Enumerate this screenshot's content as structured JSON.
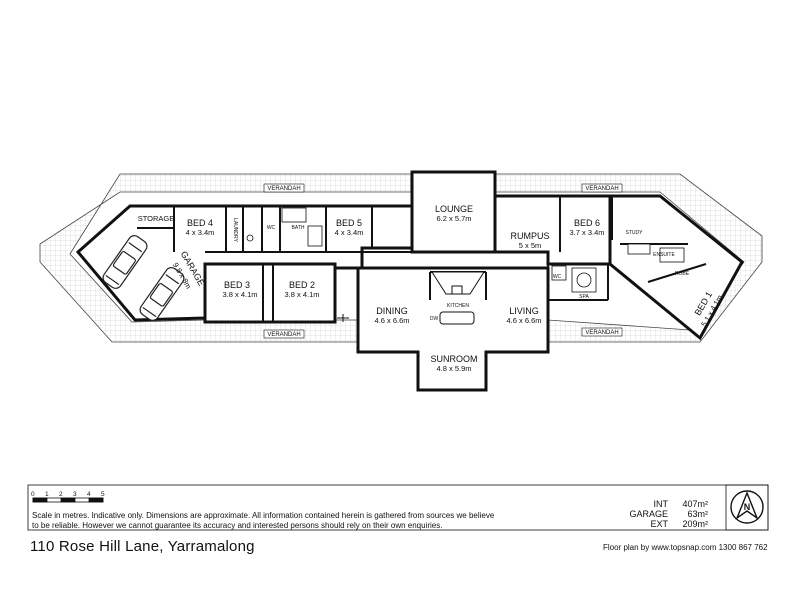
{
  "rooms": [
    {
      "id": "storage",
      "name": "STORAGE",
      "dims": ""
    },
    {
      "id": "bed4",
      "name": "BED 4",
      "dims": "4 x 3.4m"
    },
    {
      "id": "laundry",
      "name": "LAUNDRY",
      "dims": ""
    },
    {
      "id": "wc1",
      "name": "WC",
      "dims": ""
    },
    {
      "id": "bath",
      "name": "BATH",
      "dims": ""
    },
    {
      "id": "bed5",
      "name": "BED 5",
      "dims": "4 x 3.4m"
    },
    {
      "id": "lounge",
      "name": "LOUNGE",
      "dims": "6.2 x 5.7m"
    },
    {
      "id": "rumpus",
      "name": "RUMPUS",
      "dims": "5 x 5m"
    },
    {
      "id": "bed6",
      "name": "BED 6",
      "dims": "3.7 x 3.4m"
    },
    {
      "id": "study",
      "name": "STUDY",
      "dims": ""
    },
    {
      "id": "ensuite",
      "name": "ENSUITE",
      "dims": ""
    },
    {
      "id": "wc2",
      "name": "WC",
      "dims": ""
    },
    {
      "id": "spa",
      "name": "SPA",
      "dims": ""
    },
    {
      "id": "robe",
      "name": "ROBE",
      "dims": ""
    },
    {
      "id": "bed1",
      "name": "BED 1",
      "dims": "5.1 x 4.1m"
    },
    {
      "id": "garage",
      "name": "GARAGE",
      "dims": "9.8 x 8m"
    },
    {
      "id": "bed3",
      "name": "BED 3",
      "dims": "3.8 x 4.1m"
    },
    {
      "id": "bed2",
      "name": "BED 2",
      "dims": "3.8 x 4.1m"
    },
    {
      "id": "dining",
      "name": "DINING",
      "dims": "4.6 x 6.6m"
    },
    {
      "id": "kitchen",
      "name": "KITCHEN",
      "dims": ""
    },
    {
      "id": "dw",
      "name": "DW",
      "dims": ""
    },
    {
      "id": "living",
      "name": "LIVING",
      "dims": "4.6 x 6.6m"
    },
    {
      "id": "sunroom",
      "name": "SUNROOM",
      "dims": "4.8 x 5.9m"
    }
  ],
  "verandah_label": "VERANDAH",
  "scale_ticks": [
    "0",
    "1",
    "2",
    "3",
    "4",
    "5"
  ],
  "disclaimer": "Scale in metres. Indicative only. Dimensions  are approximate. All information contained herein is gathered from sources we believe to be  reliable. However we cannot guarantee its accuracy and interested persons should  rely on their own enquiries.",
  "areas": [
    {
      "label": "INT",
      "value": "407m²"
    },
    {
      "label": "GARAGE",
      "value": "63m²"
    },
    {
      "label": "EXT",
      "value": "209m²"
    }
  ],
  "compass_letter": "N",
  "address": "110 Rose Hill Lane, Yarramalong",
  "credit": "Floor plan by www.topsnap.com 1300 867 762"
}
